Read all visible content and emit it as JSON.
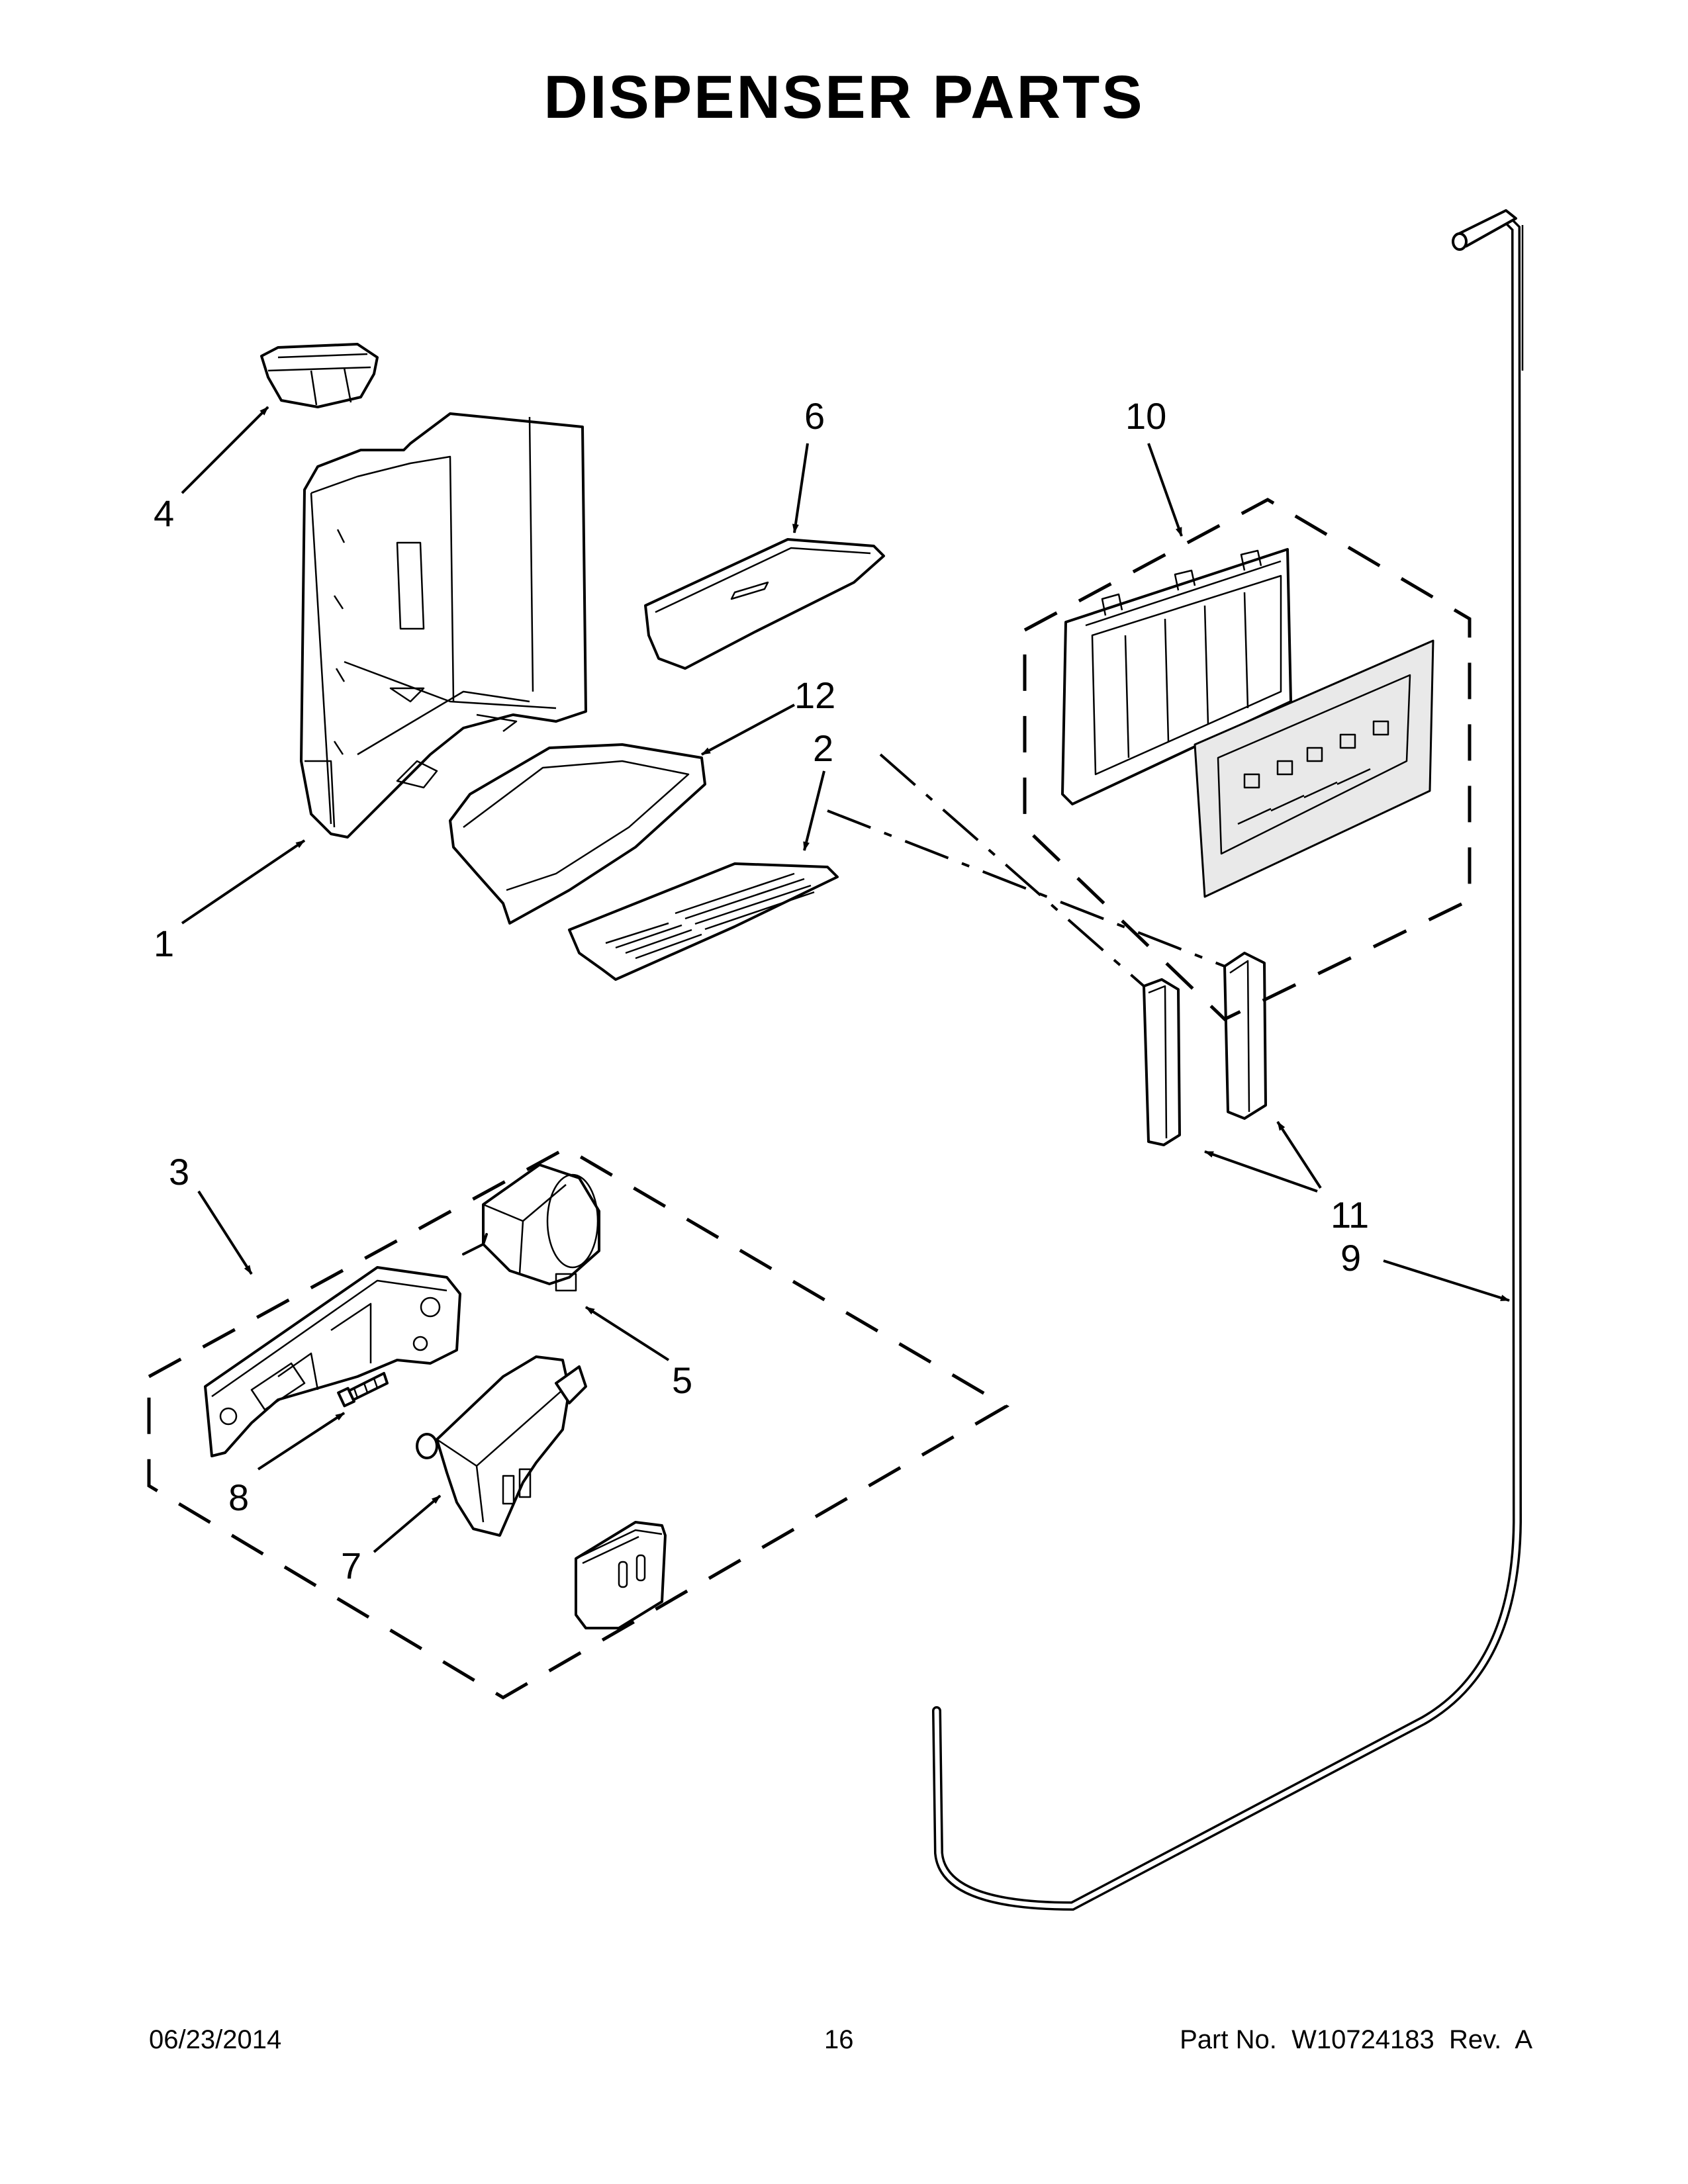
{
  "title": "DISPENSER PARTS",
  "callouts": {
    "p1": "1",
    "p2": "2",
    "p3": "3",
    "p4": "4",
    "p5": "5",
    "p6": "6",
    "p7": "7",
    "p8": "8",
    "p9": "9",
    "p10": "10",
    "p11": "11",
    "p12": "12"
  },
  "footer": {
    "date": "06/23/2014",
    "page": "16",
    "part_number": "Part No.  W10724183  Rev.  A"
  }
}
